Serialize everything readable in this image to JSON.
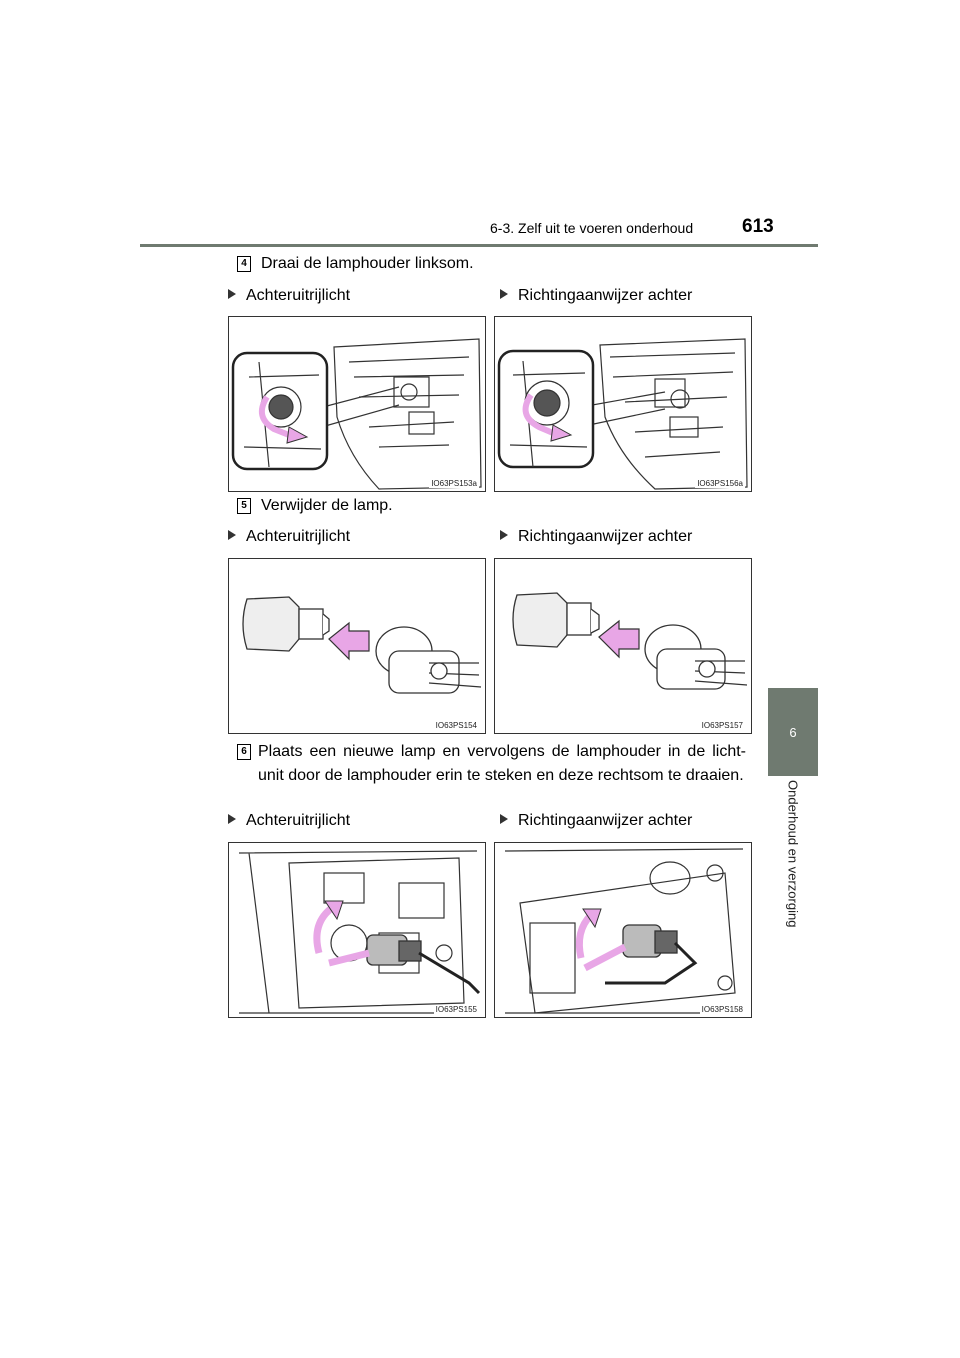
{
  "header": {
    "title": "6-3. Zelf uit te voeren onderhoud",
    "page_number": "613"
  },
  "side": {
    "tab_number": "6",
    "chapter_label": "Onderhoud en verzorging"
  },
  "steps": [
    {
      "number": "4",
      "text": "Draai de lamphouder linksom."
    },
    {
      "number": "5",
      "text": "Verwijder de lamp."
    },
    {
      "number": "6",
      "text": "Plaats een nieuwe lamp en vervolgens de lamphouder in de licht-unit door de lamphouder erin te steken en deze rechtsom te draaien."
    }
  ],
  "subheads": {
    "left": "Achteruitrijlicht",
    "right": "Richtingaanwijzer achter"
  },
  "figures": [
    {
      "code": "IO63PS153a"
    },
    {
      "code": "IO63PS156a"
    },
    {
      "code": "IO63PS154"
    },
    {
      "code": "IO63PS157"
    },
    {
      "code": "IO63PS155"
    },
    {
      "code": "IO63PS158"
    }
  ],
  "colors": {
    "accent": "#6f7a70",
    "arrow": "#e8a6e6"
  }
}
